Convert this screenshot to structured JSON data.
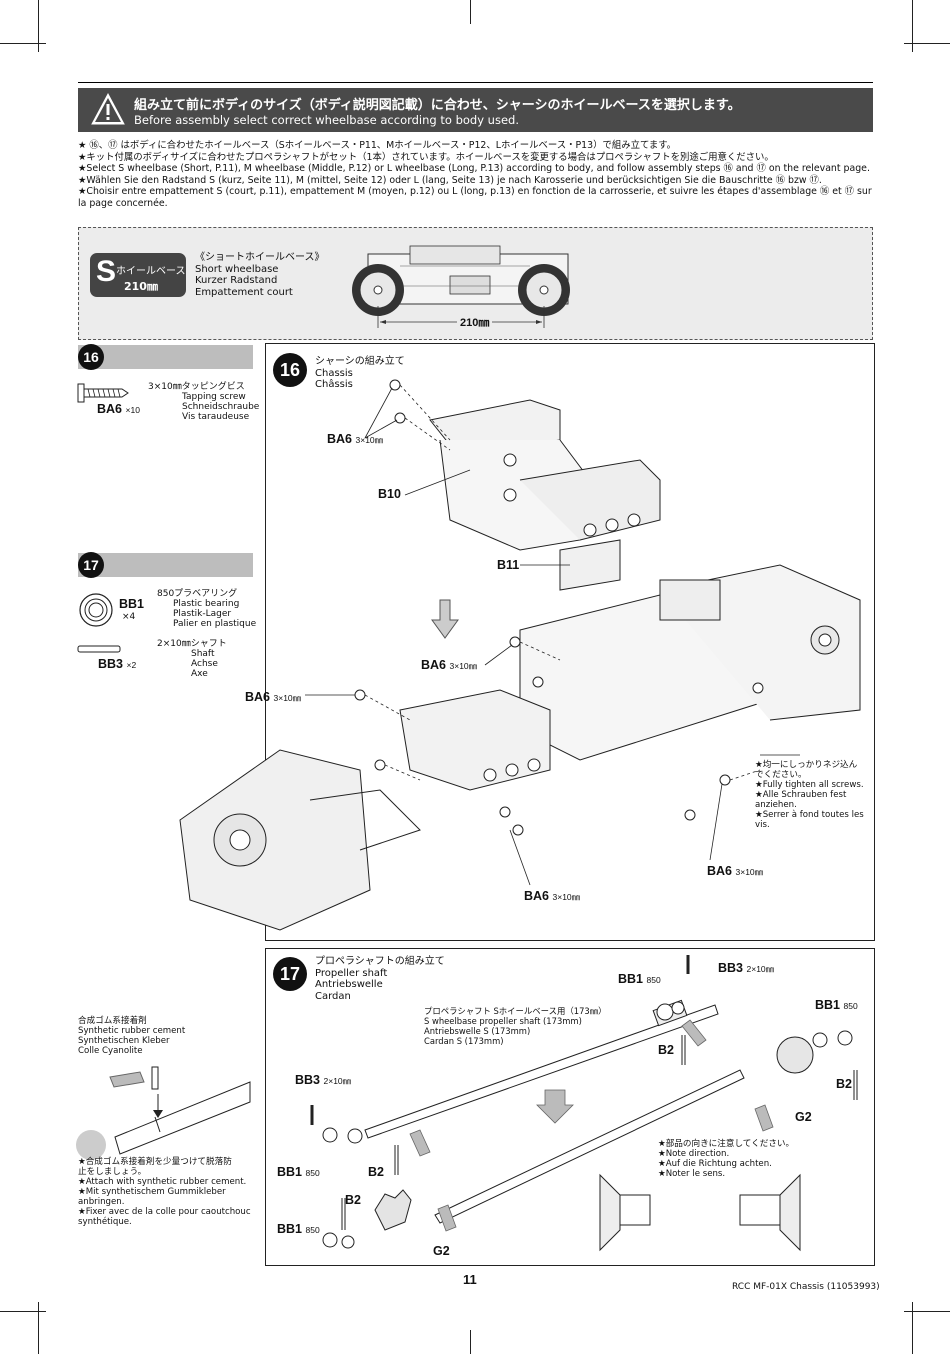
{
  "banner": {
    "title_jp": "組み立て前にボディのサイズ（ボディ説明図記載）に合わせ、シャーシのホイールベースを選択します。",
    "title_en": "Before assembly select correct wheelbase according to body used."
  },
  "notes": [
    "★ ⑯、⑰ はボディに合わせたホイールベース（Sホイールベース・P11、Mホイールベース・P12、Lホイールベース・P13）で組み立てます。",
    "★キット付属のボディサイズに合わせたプロペラシャフトがセット（1本）されています。ホイールベースを変更する場合はプロペラシャフトを別途ご用意ください。",
    "★Select S wheelbase (Short, P.11), M wheelbase (Middle, P.12) or L wheelbase (Long, P.13) according to body, and follow assembly steps ⑯ and ⑰ on the relevant page.",
    "★Wählen Sie den Radstand S (kurz, Seite 11), M (mittel, Seite 12) oder L (lang, Seite 13) je nach Karosserie und berücksichtigen Sie die Bauschritte ⑯ bzw ⑰.",
    "★Choisir entre empattement S (court, p.11), empattement M (moyen, p.12) ou L (long, p.13) en fonction de la carrosserie, et suivre les étapes d'assemblage ⑯ et ⑰ sur",
    "la page concernée."
  ],
  "wheelbase": {
    "letter": "S",
    "kana": "ホイールベース",
    "mm": "210㎜",
    "lines": [
      "《ショートホイールベース》",
      "Short wheelbase",
      "Kurzer Radstand",
      "Empattement court"
    ],
    "dimension": "210㎜"
  },
  "step16": {
    "number": "16",
    "parts": {
      "code": "BA6",
      "qty": "×10",
      "lines": [
        "3×10㎜タッピングビス",
        "Tapping screw",
        "Schneidschraube",
        "Vis taraudeuse"
      ]
    },
    "title_lines": [
      "シャーシの組み立て",
      "Chassis",
      "Châssis"
    ],
    "labels": {
      "ba6": "BA6",
      "size": "3×10㎜",
      "b10": "B10",
      "b11": "B11"
    },
    "tip_lines": [
      "★均一にしっかりネジ込ん",
      "でください。",
      "★Fully tighten all screws.",
      "★Alle Schrauben fest",
      "anziehen.",
      "★Serrer à fond toutes les",
      "vis."
    ]
  },
  "step17": {
    "number": "17",
    "parts": [
      {
        "code": "BB1",
        "qty": "×4",
        "lines": [
          "850プラベアリング",
          "Plastic bearing",
          "Plastik-Lager",
          "Palier en plastique"
        ]
      },
      {
        "code": "BB3",
        "qty": "×2",
        "lines": [
          "2×10㎜シャフト",
          "Shaft",
          "Achse",
          "Axe"
        ]
      }
    ],
    "title_lines": [
      "プロペラシャフトの組み立て",
      "Propeller shaft",
      "Antriebswelle",
      "Cardan"
    ],
    "shaft_lines": [
      "プロペラシャフト Sホイールベース用（173㎜）",
      "S wheelbase propeller shaft (173mm)",
      "Antriebswelle S (173mm)",
      "Cardan S (173mm)"
    ],
    "labels": {
      "bb1": "BB1",
      "bb1_size": "850",
      "bb3": "BB3",
      "bb3_size": "2×10㎜",
      "b2": "B2",
      "g2": "G2"
    },
    "direction_lines": [
      "★部品の向きに注意してください。",
      "★Note direction.",
      "★Auf die Richtung achten.",
      "★Noter le sens."
    ],
    "cement_lines": [
      "合成ゴム系接着剤",
      "Synthetic rubber cement",
      "Synthetischen Kleber",
      "Colle Cyanolite"
    ],
    "cement_tip_lines": [
      "★合成ゴム系接着剤を少量つけて脱落防",
      "止をしましょう。",
      "★Attach with synthetic rubber cement.",
      "★Mit synthetischem Gummikleber",
      "anbringen.",
      "★Fixer avec de la colle pour caoutchouc",
      "synthétique."
    ]
  },
  "footer": {
    "page": "11",
    "model": "RCC MF-01X Chassis (11053993)"
  }
}
